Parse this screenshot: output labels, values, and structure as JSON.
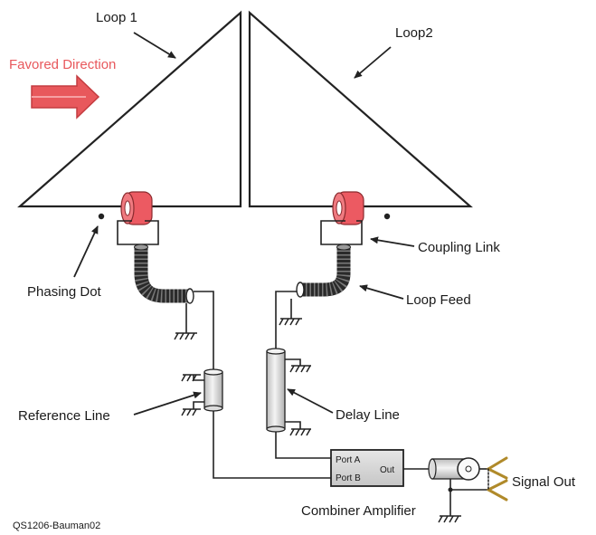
{
  "labels": {
    "loop1": "Loop 1",
    "loop2": "Loop2",
    "favored_direction": "Favored Direction",
    "phasing_dot": "Phasing Dot",
    "coupling_link": "Coupling Link",
    "loop_feed": "Loop Feed",
    "reference_line": "Reference Line",
    "delay_line": "Delay Line",
    "port_a": "Port A",
    "port_b": "Port B",
    "out": "Out",
    "combiner_amplifier": "Combiner Amplifier",
    "signal_out": "Signal Out",
    "credit": "QS1206-Bauman02"
  },
  "colors": {
    "favored_arrow": "#e8585c",
    "favored_text": "#e8585c",
    "toroid": "#ec5a62",
    "coax": "#555555",
    "box_fill": "#d6d6d6",
    "line_fill": "#e6e6e6"
  },
  "icons": {
    "favored_arrow": "right-arrow-icon",
    "ground": "ground-symbol-icon",
    "antenna_output": "antenna-y-icon"
  }
}
